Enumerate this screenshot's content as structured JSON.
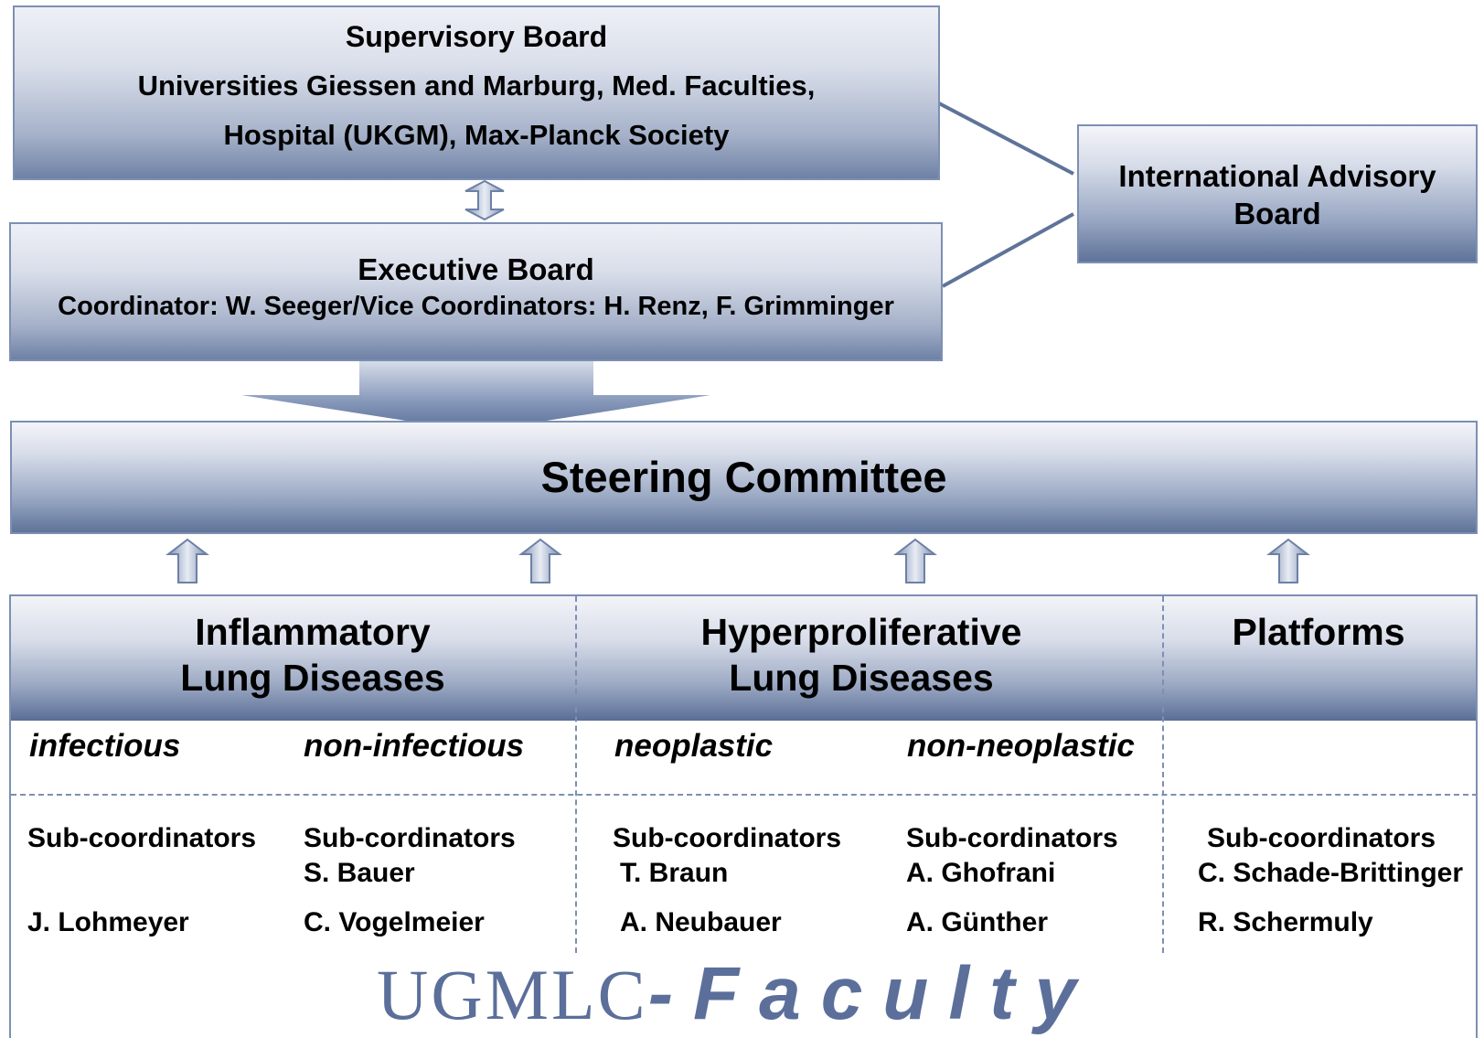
{
  "supervisory_board": {
    "title": "Supervisory Board",
    "line1": "Universities Giessen and Marburg, Med. Faculties,",
    "line2": "Hospital (UKGM), Max-Planck Society"
  },
  "executive_board": {
    "title": "Executive Board",
    "coordinators": "Coordinator: W. Seeger/Vice Coordinators: H. Renz, F. Grimminger"
  },
  "international_advisory_board": {
    "line1": "International Advisory",
    "line2": "Board"
  },
  "steering_committee": {
    "title": "Steering Committee"
  },
  "categories": {
    "inflammatory": {
      "line1": "Inflammatory",
      "line2": "Lung Diseases"
    },
    "hyperproliferative": {
      "line1": "Hyperproliferative",
      "line2": "Lung Diseases"
    },
    "platforms": {
      "line1": "Platforms"
    }
  },
  "subcategories": {
    "infectious": "infectious",
    "non_infectious": "non-infectious",
    "neoplastic": "neoplastic",
    "non_neoplastic": "non-neoplastic"
  },
  "people": {
    "infectious": {
      "heading": "Sub-coordinators",
      "name1": "J. Lohmeyer"
    },
    "non_infectious": {
      "heading": "Sub-cordinators",
      "name0": "S. Bauer",
      "name1": "C. Vogelmeier"
    },
    "neoplastic": {
      "heading": "Sub-coordinators",
      "name0": "T. Braun",
      "name1": "A. Neubauer"
    },
    "non_neoplastic": {
      "heading": "Sub-cordinators",
      "name0": "A. Ghofrani",
      "name1": "A. Günther"
    },
    "platforms": {
      "heading": "Sub-coordinators",
      "name0": "C. Schade-Brittinger",
      "name1": "R. Schermuly"
    }
  },
  "logo": {
    "part1": "UGMLC",
    "part2": "-Faculty"
  }
}
